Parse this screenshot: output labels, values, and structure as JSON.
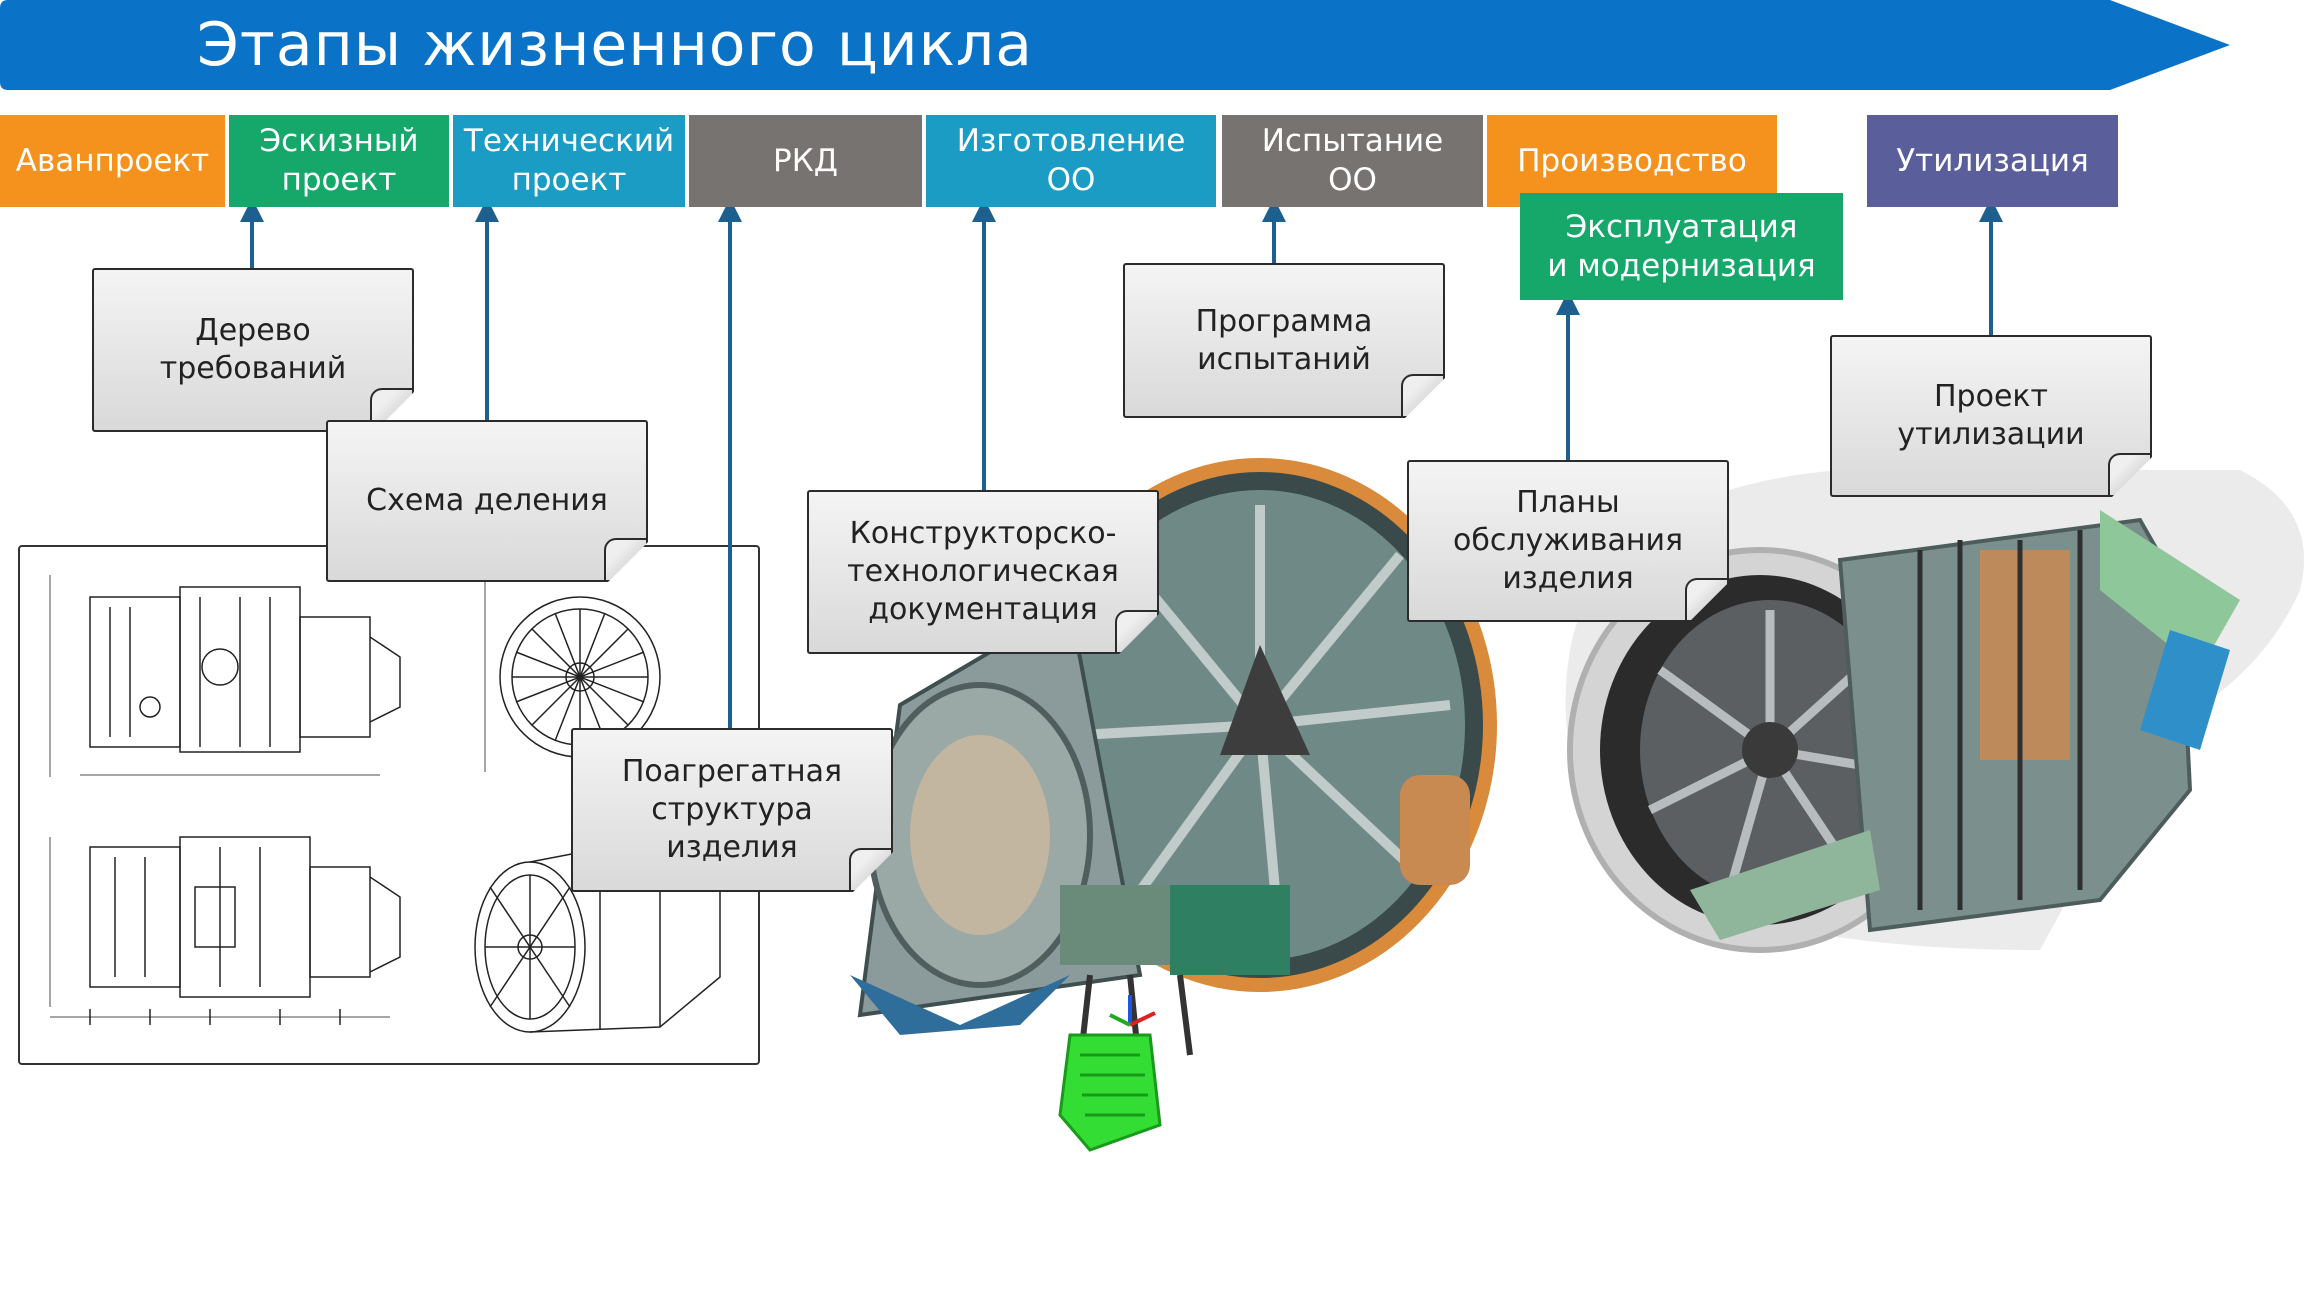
{
  "banner": {
    "title": "Этапы жизненного цикла",
    "color": "#0a73c8"
  },
  "stages": [
    {
      "id": "avanproekt",
      "label": "Аванпроект",
      "color": "#f5921e"
    },
    {
      "id": "eskizny",
      "label": "Эскизный\nпроект",
      "color": "#15a86a"
    },
    {
      "id": "tekhnichesky",
      "label": "Технический\nпроект",
      "color": "#1a9cc4"
    },
    {
      "id": "rkd",
      "label": "РКД",
      "color": "#767370"
    },
    {
      "id": "izgotovlenie",
      "label": "Изготовление\nОО",
      "color": "#1a9cc4"
    },
    {
      "id": "ispytanie",
      "label": "Испытание\nОО",
      "color": "#767370"
    },
    {
      "id": "proizvodstvo",
      "label": "Производство",
      "color": "#f5921e"
    },
    {
      "id": "ekspluatatsiya",
      "label": "Эксплуатация\nи модернизация",
      "color": "#15a86a"
    },
    {
      "id": "utilizatsiya",
      "label": "Утилизация",
      "color": "#5a5e9a"
    }
  ],
  "notes": [
    {
      "id": "derevo",
      "label": "Дерево\nтребований"
    },
    {
      "id": "skhema",
      "label": "Схема деления"
    },
    {
      "id": "poagregatnaya",
      "label": "Поагрегатная\nструктура\nизделия"
    },
    {
      "id": "kd",
      "label": "Конструкторско-\nтехнологическая\nдокументация"
    },
    {
      "id": "programma",
      "label": "Программа\nиспытаний"
    },
    {
      "id": "plany",
      "label": "Планы\nобслуживания\nизделия"
    },
    {
      "id": "proekt-util",
      "label": "Проект\nутилизации"
    }
  ],
  "colors": {
    "connector": "#1d5f8f"
  },
  "icons": {
    "engine_drawing": "engine-technical-drawing",
    "engine_cutaway": "turbofan-engine-cutaway-icon",
    "engine_model": "turbofan-engine-3d-model-icon",
    "component": "green-component-model-icon"
  }
}
